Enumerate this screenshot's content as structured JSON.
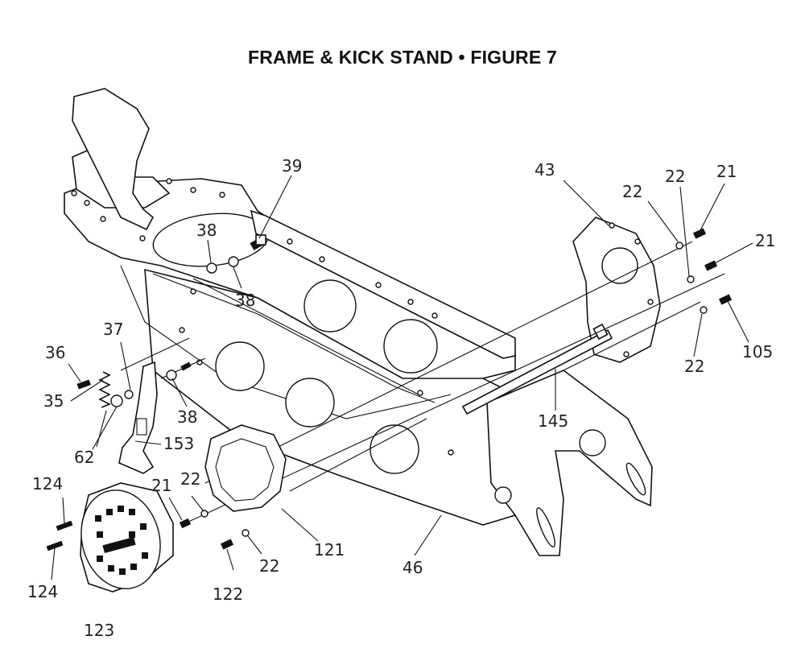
{
  "title": "FRAME & KICK STAND  •  FIGURE 7",
  "callouts": {
    "c39": "39",
    "c38a": "38",
    "c38b": "38",
    "c38c": "38",
    "c37": "37",
    "c36": "36",
    "c35": "35",
    "c62": "62",
    "c153": "153",
    "c43": "43",
    "c22a": "22",
    "c22b": "22",
    "c22c": "22",
    "c22d": "22",
    "c22e": "22",
    "c21a": "21",
    "c21b": "21",
    "c21c": "21",
    "c105": "105",
    "c145": "145",
    "c124a": "124",
    "c124b": "124",
    "c123": "123",
    "c121": "121",
    "c122": "122",
    "c46": "46"
  }
}
